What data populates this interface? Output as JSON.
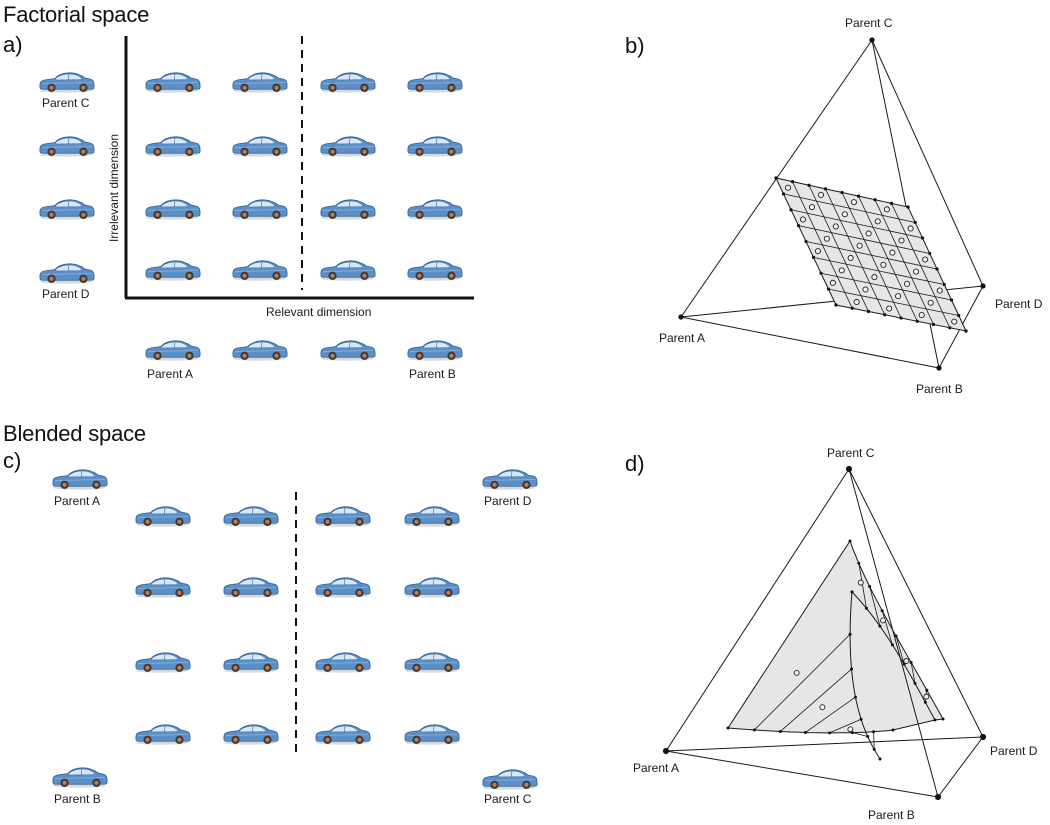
{
  "headings": {
    "factorial": "Factorial space",
    "blended": "Blended space"
  },
  "panel_letters": {
    "a": "a)",
    "b": "b)",
    "c": "c)",
    "d": "d)"
  },
  "panel_a": {
    "parent_c": "Parent C",
    "parent_d": "Parent D",
    "parent_a": "Parent A",
    "parent_b": "Parent B",
    "x_axis_label": "Relevant dimension",
    "y_axis_label": "Irrelevant dimension"
  },
  "panel_b": {
    "parent_a": "Parent A",
    "parent_b": "Parent B",
    "parent_c": "Parent C",
    "parent_d": "Parent D"
  },
  "panel_c": {
    "parent_a": "Parent A",
    "parent_b": "Parent B",
    "parent_c": "Parent C",
    "parent_d": "Parent D"
  },
  "panel_d": {
    "parent_a": "Parent A",
    "parent_b": "Parent B",
    "parent_c": "Parent C",
    "parent_d": "Parent D"
  },
  "colors": {
    "car_body": "#5b8fc7",
    "car_shadow": "#2f5f95",
    "car_window": "#d7e8f7",
    "wheel": "#3a3a3a",
    "hub": "#c77a4a",
    "surface_fill": "#e6e6e6",
    "line": "#1a1a1a"
  },
  "icons": {
    "stimulus": "car-icon"
  }
}
